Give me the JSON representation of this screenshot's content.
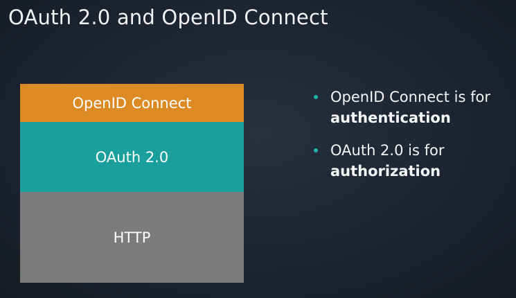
{
  "title": "OAuth 2.0 and OpenID Connect",
  "colors": {
    "openid_layer": "#dc8a24",
    "oauth_layer": "#1a9f9c",
    "http_layer": "#7c7c7c",
    "bullet_dot": "#1fb5a8"
  },
  "stack": {
    "layers": [
      {
        "label": "OpenID Connect"
      },
      {
        "label": "OAuth 2.0"
      },
      {
        "label": "HTTP"
      }
    ]
  },
  "bullets": [
    {
      "text": "OpenID Connect is for",
      "emphasis": "authentication"
    },
    {
      "text": "OAuth 2.0 is for",
      "emphasis": "authorization"
    }
  ]
}
